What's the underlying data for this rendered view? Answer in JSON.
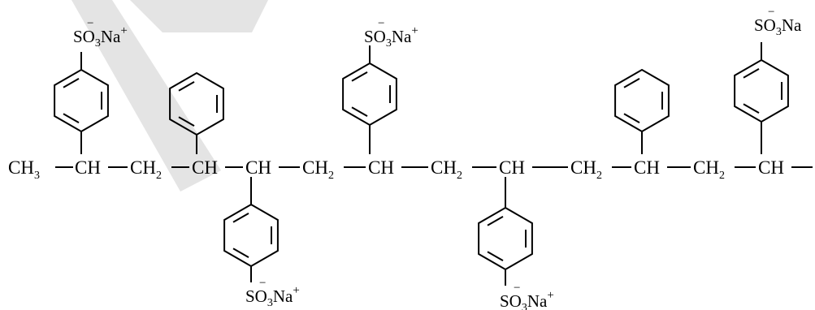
{
  "colors": {
    "ink": "#000000",
    "watermark": "#e4e4e4",
    "background": "#ffffff"
  },
  "chain": {
    "parts": [
      {
        "main": "CH",
        "sub": "3"
      },
      {
        "main": "CH",
        "sub": ""
      },
      {
        "main": "CH",
        "sub": "2"
      },
      {
        "main": "CH",
        "sub": ""
      },
      {
        "main": "CH",
        "sub": ""
      },
      {
        "main": "CH",
        "sub": "2"
      },
      {
        "main": "CH",
        "sub": ""
      },
      {
        "main": "CH",
        "sub": "2"
      },
      {
        "main": "CH",
        "sub": ""
      },
      {
        "main": "CH",
        "sub": "2"
      },
      {
        "main": "CH",
        "sub": ""
      },
      {
        "main": "CH",
        "sub": "2"
      },
      {
        "main": "CH",
        "sub": ""
      }
    ]
  },
  "sulfonate_groups": [
    {
      "so": "SO",
      "sub": "3",
      "minus": "−",
      "na": "Na",
      "plus": "+"
    },
    {
      "so": "SO",
      "sub": "3",
      "minus": "−",
      "na": "Na",
      "plus": "+"
    },
    {
      "so": "SO",
      "sub": "3",
      "minus": "−",
      "na": "Na",
      "plus": ""
    },
    {
      "so": "SO",
      "sub": "3",
      "minus": "−",
      "na": "Na",
      "plus": "+"
    },
    {
      "so": "SO",
      "sub": "3",
      "minus": "−",
      "na": "Na",
      "plus": "+"
    }
  ]
}
